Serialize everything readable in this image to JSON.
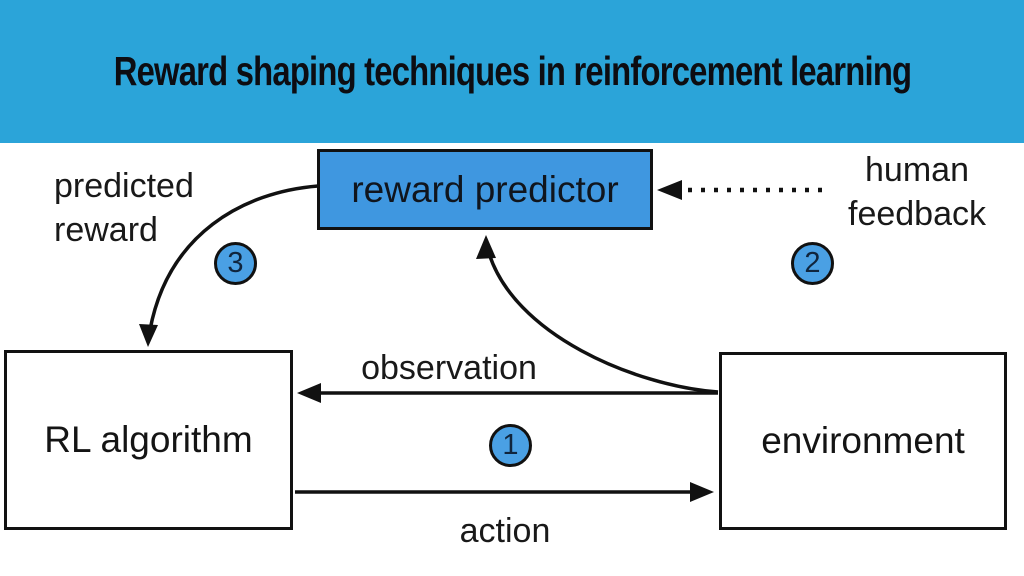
{
  "banner": {
    "title": "Reward shaping techniques in reinforcement learning"
  },
  "diagram": {
    "nodes": {
      "reward_predictor": {
        "label": "reward predictor"
      },
      "rl_algorithm": {
        "label": "RL algorithm"
      },
      "environment": {
        "label": "environment"
      }
    },
    "labels": {
      "predicted_reward": [
        "predicted",
        "reward"
      ],
      "human_feedback": [
        "human",
        "feedback"
      ],
      "observation": "observation",
      "action": "action"
    },
    "steps": [
      {
        "number": "1"
      },
      {
        "number": "2"
      },
      {
        "number": "3"
      }
    ],
    "edges": [
      {
        "name": "environment-to-rl",
        "label": "observation",
        "style": "solid-arrow-left"
      },
      {
        "name": "rl-to-environment",
        "label": "action",
        "style": "solid-arrow-right"
      },
      {
        "name": "predictor-to-rl",
        "label": "predicted reward",
        "style": "curved-arrow-down"
      },
      {
        "name": "environment-to-predictor",
        "label": "",
        "style": "curved-arrow-up"
      },
      {
        "name": "human-feedback-to-predictor",
        "label": "human feedback",
        "style": "dotted-arrow-left"
      }
    ],
    "colors": {
      "banner_bg": "#2ba4d9",
      "predictor_fill": "#3f97e0",
      "step_fill": "#4aa0e4",
      "outline": "#111111"
    }
  }
}
